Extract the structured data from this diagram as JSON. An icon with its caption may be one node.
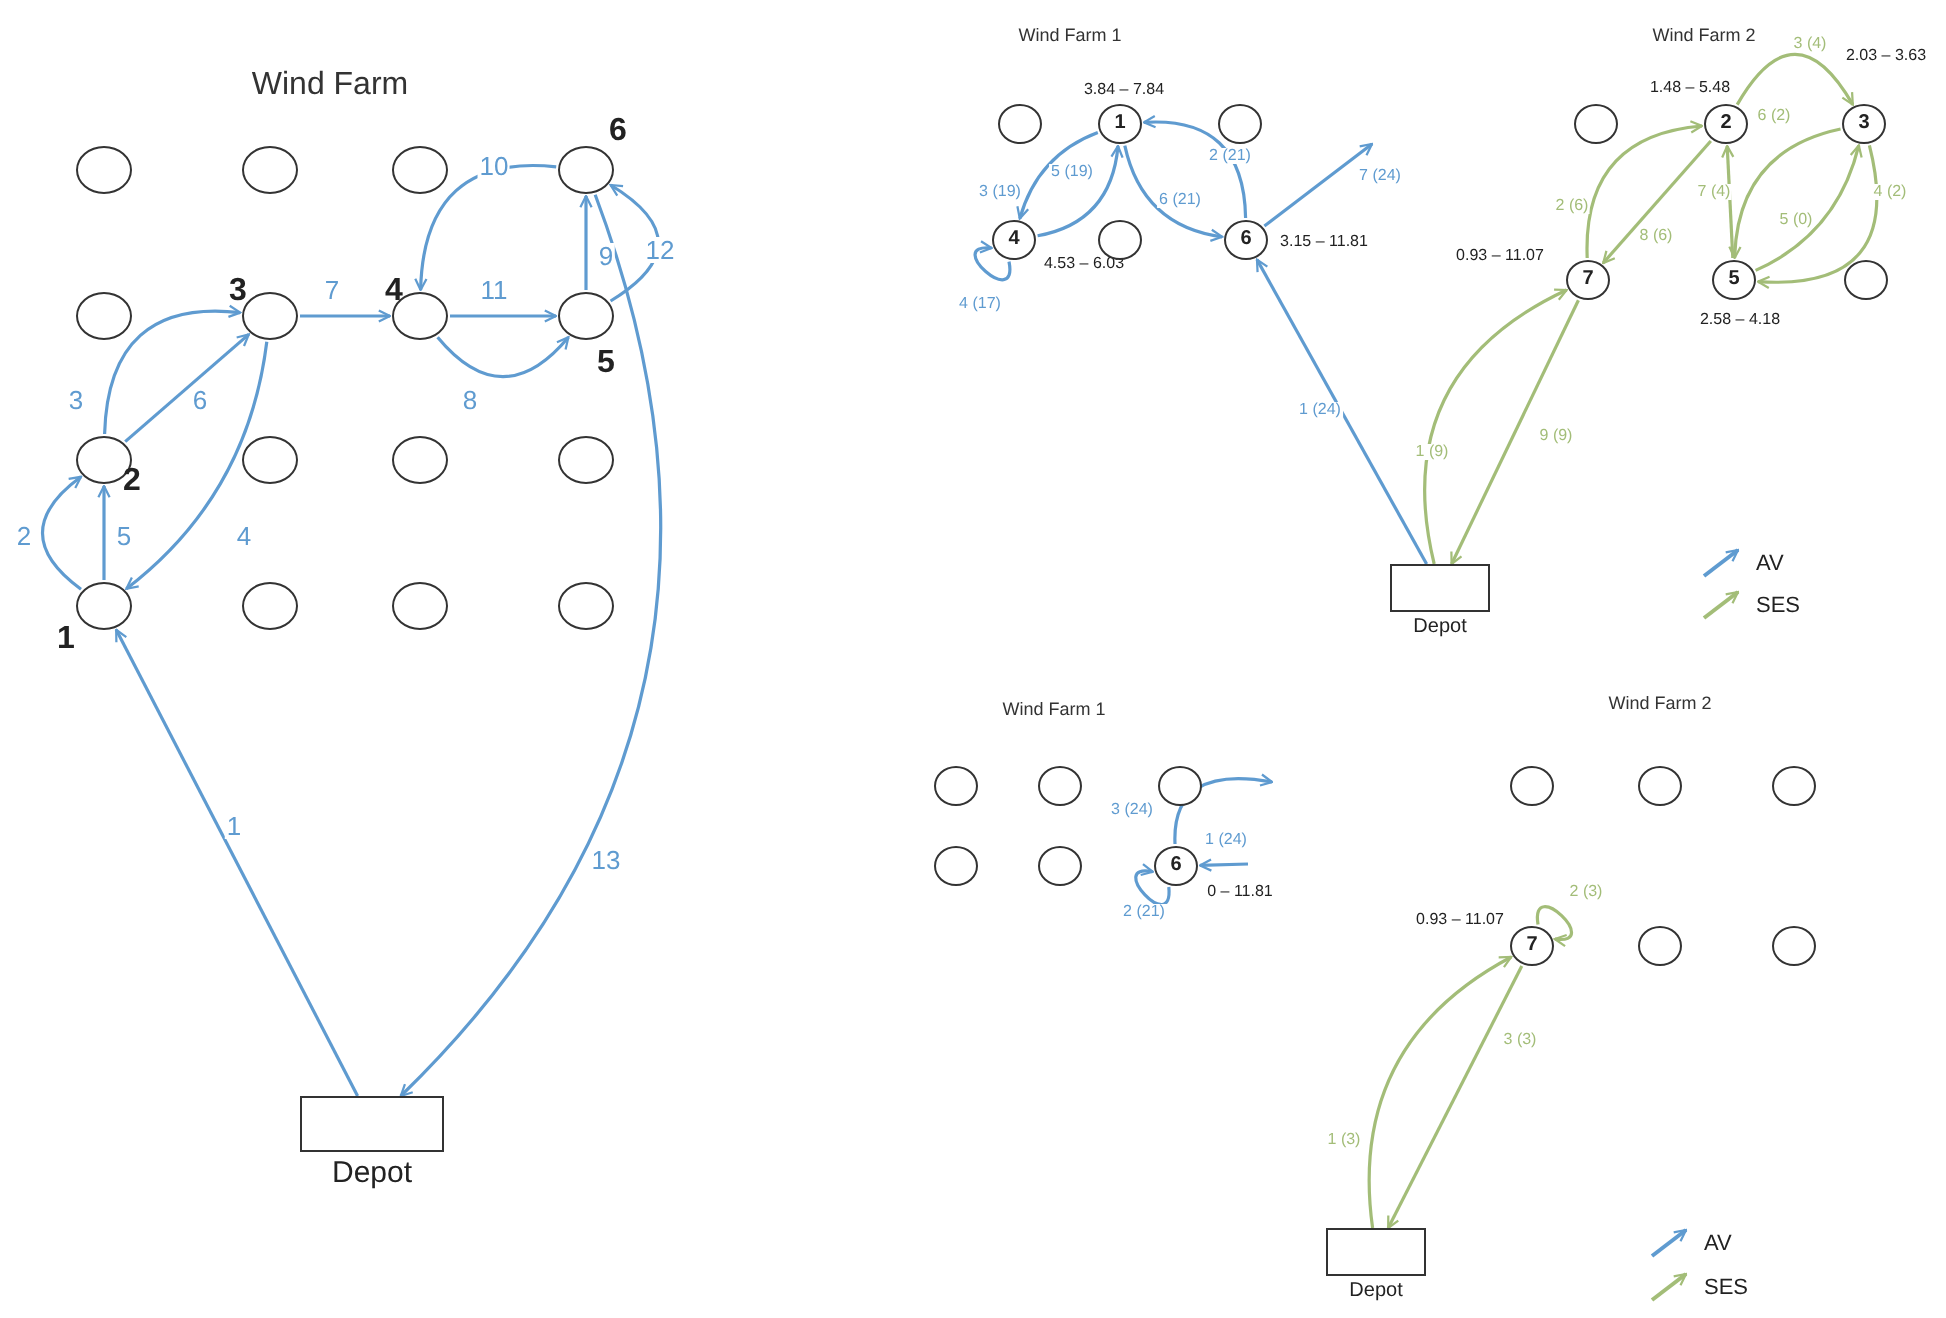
{
  "diagram": {
    "nodes": [
      {
        "text": [],
        "shape": "circle"
      },
      {
        "text": [],
        "shape": "circle"
      },
      {
        "text": [],
        "shape": "circle"
      },
      {
        "text": [],
        "shape": "circle",
        "beside": [
          "6"
        ]
      },
      {
        "text": [],
        "shape": "circle"
      },
      {
        "text": [],
        "shape": "circle",
        "beside": [
          "3"
        ]
      },
      {
        "text": [],
        "shape": "circle",
        "beside": [
          "4"
        ]
      },
      {
        "text": [],
        "shape": "circle",
        "beside": [
          "5"
        ]
      },
      {
        "text": [],
        "shape": "circle",
        "beside": [
          "2"
        ]
      },
      {
        "text": [],
        "shape": "circle"
      },
      {
        "text": [],
        "shape": "circle"
      },
      {
        "text": [],
        "shape": "circle"
      },
      {
        "text": [],
        "shape": "circle",
        "beside": [
          "1"
        ]
      },
      {
        "text": [],
        "shape": "circle"
      },
      {
        "text": [],
        "shape": "circle"
      },
      {
        "text": [],
        "shape": "circle"
      },
      {
        "text": [
          "Depot"
        ]
      },
      {
        "text": [],
        "shape": "circle"
      },
      {
        "text": [
          "1"
        ],
        "beside": [
          "3.84 – 7.84"
        ]
      },
      {
        "text": [],
        "shape": "circle"
      },
      {
        "text": [],
        "shape": "circle"
      },
      {
        "text": [
          "2"
        ],
        "beside": [
          "1.48 – 5.48"
        ]
      },
      {
        "text": [
          "3"
        ],
        "beside": [
          "2.03 – 3.63"
        ]
      },
      {
        "text": [
          "4"
        ],
        "beside": [
          "4.53 – 6.03"
        ]
      },
      {
        "text": [],
        "shape": "circle"
      },
      {
        "text": [
          "6"
        ],
        "beside": [
          "3.15 – 11.81"
        ]
      },
      {
        "text": [
          "7"
        ],
        "beside": [
          "0.93 – 11.07"
        ]
      },
      {
        "text": [
          "5"
        ],
        "beside": [
          "2.58 – 4.18"
        ]
      },
      {
        "text": [],
        "shape": "circle"
      },
      {
        "text": [
          "Depot"
        ]
      },
      {
        "text": [],
        "shape": "circle"
      },
      {
        "text": [],
        "shape": "circle"
      },
      {
        "text": [],
        "shape": "circle"
      },
      {
        "text": [],
        "shape": "circle"
      },
      {
        "text": [],
        "shape": "circle"
      },
      {
        "text": [],
        "shape": "circle"
      },
      {
        "text": [],
        "shape": "circle"
      },
      {
        "text": [],
        "shape": "circle"
      },
      {
        "text": [
          "6"
        ],
        "beside": [
          "0 – 11.81"
        ]
      },
      {
        "text": [
          "7"
        ],
        "beside": [
          "0.93 – 11.07"
        ]
      },
      {
        "text": [],
        "shape": "circle"
      },
      {
        "text": [],
        "shape": "circle"
      },
      {
        "text": [
          "Depot"
        ]
      }
    ],
    "edges": [
      {
        "from": 16,
        "to": 12,
        "arrow": "to",
        "label": "1"
      },
      {
        "from": 12,
        "to": 8,
        "arrow": "to",
        "label": "2"
      },
      {
        "from": 8,
        "to": 5,
        "arrow": "to",
        "label": "3"
      },
      {
        "from": 5,
        "to": 12,
        "arrow": "to",
        "label": "4"
      },
      {
        "from": 12,
        "to": 8,
        "arrow": "to",
        "label": "5"
      },
      {
        "from": 8,
        "to": 5,
        "arrow": "to",
        "label": "6"
      },
      {
        "from": 5,
        "to": 6,
        "arrow": "to",
        "label": "7"
      },
      {
        "from": 6,
        "to": 7,
        "arrow": "to",
        "label": "8"
      },
      {
        "from": 7,
        "to": 3,
        "arrow": "to",
        "label": "9"
      },
      {
        "from": 3,
        "to": 6,
        "arrow": "to",
        "label": "10"
      },
      {
        "from": 6,
        "to": 7,
        "arrow": "to",
        "label": "11"
      },
      {
        "from": 7,
        "to": 3,
        "arrow": "to",
        "label": "12"
      },
      {
        "from": 3,
        "to": 16,
        "arrow": "to",
        "label": "13"
      },
      {
        "from": 29,
        "to": 25,
        "arrow": "to",
        "label": "1 (24)"
      },
      {
        "from": 25,
        "to": 18,
        "arrow": "to",
        "label": "2 (21)"
      },
      {
        "from": 18,
        "to": 23,
        "arrow": "to",
        "label": "3 (19)"
      },
      {
        "from": 23,
        "to": 23,
        "arrow": "to",
        "label": "4 (17)"
      },
      {
        "from": 23,
        "to": 18,
        "arrow": "to",
        "label": "5 (19)"
      },
      {
        "from": 18,
        "to": 25,
        "arrow": "to",
        "label": "6 (21)"
      },
      {
        "from": 25,
        "to": null,
        "arrow": "to",
        "label": "7 (24)"
      },
      {
        "from": 29,
        "to": 26,
        "arrow": "to",
        "label": "1 (9)",
        "color": "#a3bd78"
      },
      {
        "from": 26,
        "to": 21,
        "arrow": "to",
        "label": "2 (6)",
        "color": "#a3bd78"
      },
      {
        "from": 21,
        "to": 22,
        "arrow": "to",
        "label": "3 (4)",
        "color": "#a3bd78"
      },
      {
        "from": 22,
        "to": 27,
        "arrow": "to",
        "label": "4 (2)",
        "color": "#a3bd78"
      },
      {
        "from": 27,
        "to": 22,
        "arrow": "to",
        "label": "5 (0)",
        "color": "#a3bd78"
      },
      {
        "from": 22,
        "to": 27,
        "arrow": "to",
        "label": "6 (2)",
        "color": "#a3bd78"
      },
      {
        "from": 27,
        "to": 21,
        "arrow": "to",
        "label": "7 (4)",
        "color": "#a3bd78"
      },
      {
        "from": 21,
        "to": 26,
        "arrow": "to",
        "label": "8 (6)",
        "color": "#a3bd78"
      },
      {
        "from": 26,
        "to": 29,
        "arrow": "to",
        "label": "9 (9)",
        "color": "#a3bd78"
      },
      {
        "from": null,
        "to": 38,
        "arrow": "to",
        "label": "1 (24)"
      },
      {
        "from": 38,
        "to": 38,
        "arrow": "to",
        "label": "2 (21)"
      },
      {
        "from": 38,
        "to": null,
        "arrow": "to",
        "label": "3 (24)"
      },
      {
        "from": 42,
        "to": 39,
        "arrow": "to",
        "label": "1 (3)",
        "color": "#a3bd78"
      },
      {
        "from": 39,
        "to": 39,
        "arrow": "to",
        "label": "2 (3)",
        "color": "#a3bd78"
      },
      {
        "from": 39,
        "to": 42,
        "arrow": "to",
        "label": "3 (3)",
        "color": "#a3bd78"
      }
    ],
    "labels": [
      "Wind Farm",
      "Wind Farm 1",
      "Wind Farm 2",
      "Wind Farm 1",
      "Wind Farm 2"
    ],
    "legend": [
      {
        "text": "AV"
      },
      {
        "text": "SES"
      },
      {
        "text": "AV"
      },
      {
        "text": "SES"
      }
    ]
  }
}
